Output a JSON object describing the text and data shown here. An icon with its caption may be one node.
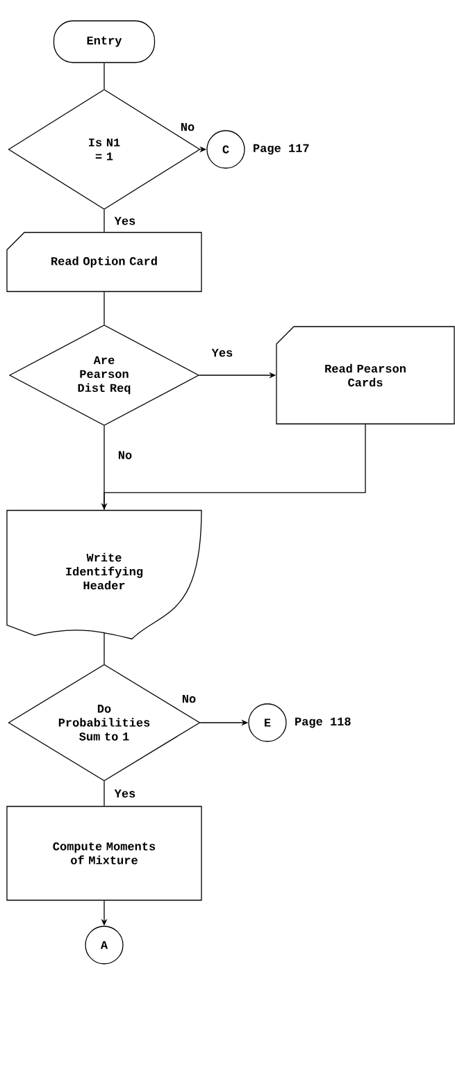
{
  "diagram": {
    "nodes": [
      {
        "text": [
          "Entry"
        ]
      },
      {
        "text": [
          "Is N1 = 1"
        ]
      },
      {
        "text": [
          "C"
        ],
        "beside": [
          "Page 117"
        ]
      },
      {
        "text": [
          "Read Option Card"
        ]
      },
      {
        "text": [
          "Are Pearson Dist Req"
        ]
      },
      {
        "text": [
          "Read Pearson Cards"
        ]
      },
      {
        "text": [
          "Write Identifying Header"
        ]
      },
      {
        "text": [
          "Do Probabilities Sum to 1"
        ]
      },
      {
        "text": [
          "E"
        ],
        "beside": [
          "Page 118"
        ]
      },
      {
        "text": [
          "Compute Moments of Mixture"
        ]
      },
      {
        "text": [
          "A"
        ]
      }
    ],
    "edges": [
      {
        "from": 0,
        "to": 1,
        "arrow": "none"
      },
      {
        "from": 1,
        "to": 2,
        "arrow": "to",
        "label": "No"
      },
      {
        "from": 1,
        "to": 3,
        "arrow": "none",
        "label": "Yes"
      },
      {
        "from": 3,
        "to": 4,
        "arrow": "none"
      },
      {
        "from": 4,
        "to": 5,
        "arrow": "to",
        "label": "Yes"
      },
      {
        "from": 5,
        "to": 6,
        "arrow": "to"
      },
      {
        "from": 4,
        "to": 6,
        "arrow": "none",
        "label": "No"
      },
      {
        "from": 6,
        "to": 7,
        "arrow": "none"
      },
      {
        "from": 7,
        "to": 8,
        "arrow": "to",
        "label": "No"
      },
      {
        "from": 7,
        "to": 9,
        "arrow": "none",
        "label": "Yes"
      },
      {
        "from": 9,
        "to": 10,
        "arrow": "to"
      }
    ]
  }
}
